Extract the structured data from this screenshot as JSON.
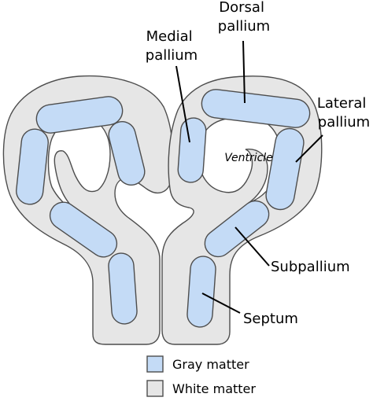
{
  "labels": {
    "dorsal_pallium": [
      "Dorsal",
      "pallium"
    ],
    "medial_pallium": [
      "Medial",
      "pallium"
    ],
    "lateral_pallium": [
      "Lateral",
      "pallium"
    ],
    "ventricle": "Ventricle",
    "subpallium": "Subpallium",
    "septum": "Septum"
  },
  "legend": {
    "items": [
      {
        "label": "Gray matter",
        "color": "#c4dbf6"
      },
      {
        "label": "White matter",
        "color": "#e6e6e6"
      }
    ]
  },
  "colors": {
    "gray_matter": "#c4dbf6",
    "white_matter": "#e6e6e6",
    "outline": "#4d4d4d",
    "leader_line": "#000000"
  }
}
